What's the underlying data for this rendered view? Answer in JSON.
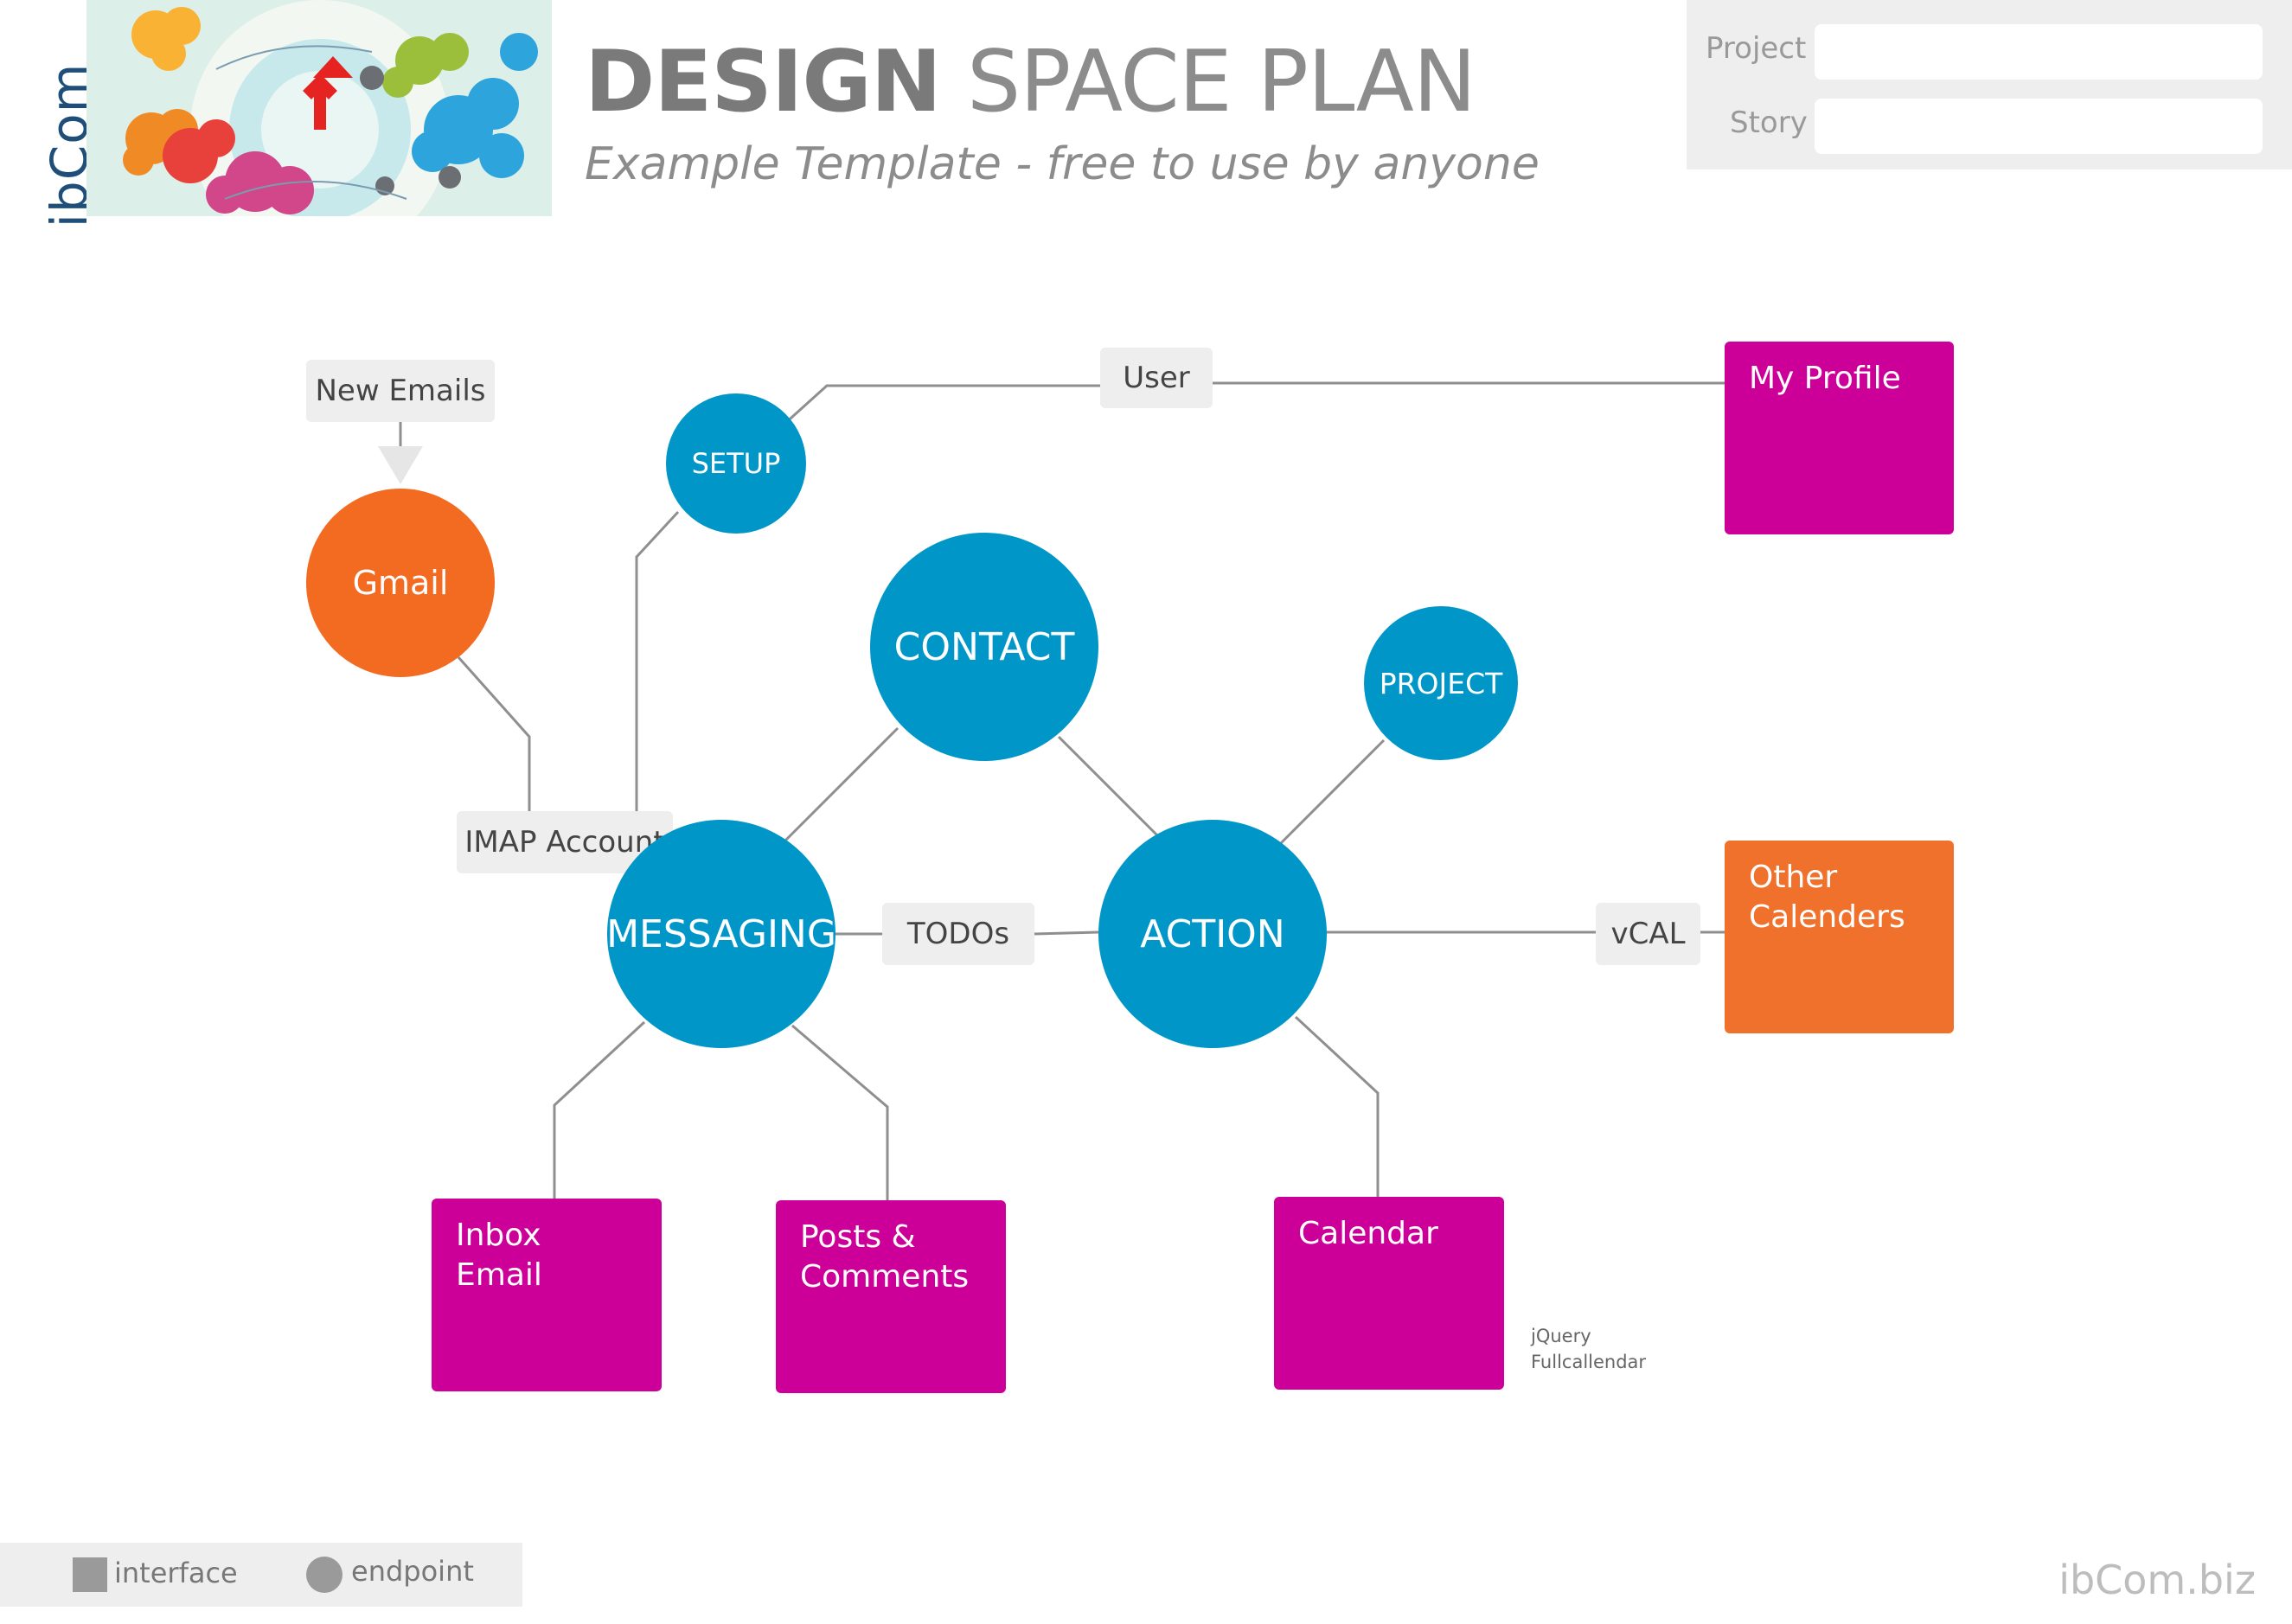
{
  "brand": {
    "vertical_logo": "ibCom",
    "footer": "ibCom.biz"
  },
  "header": {
    "title_bold": "DESIGN",
    "title_light": "SPACE PLAN",
    "subtitle": "Example Template - free to use by anyone"
  },
  "meta": {
    "project_label": "Project",
    "project_value": "",
    "story_label": "Story",
    "story_value": ""
  },
  "tags": {
    "new_emails": "New Emails",
    "user": "User",
    "imap_account": "IMAP Account",
    "todos": "TODOs",
    "vcal": "vCAL"
  },
  "endpoints": {
    "gmail": "Gmail",
    "setup": "SETUP",
    "contact": "CONTACT",
    "project": "PROJECT",
    "messaging": "MESSAGING",
    "action": "ACTION"
  },
  "interfaces": {
    "my_profile": "My Profile",
    "other_calendars_line1": "Other",
    "other_calendars_line2": "Calenders",
    "inbox_line1": "Inbox",
    "inbox_line2": "Email",
    "posts_line1": "Posts &",
    "posts_line2": "Comments",
    "calendar": "Calendar"
  },
  "notes": {
    "calendar_line1": "jQuery",
    "calendar_line2": "Fullcallendar"
  },
  "legend": {
    "interface": "interface",
    "endpoint": "endpoint"
  },
  "colors": {
    "endpoint_blue": "#0096c8",
    "gmail_orange": "#f36a21",
    "interface_magenta": "#cc0099",
    "interface_orange": "#f0712b",
    "connector_gray": "#8f8f8f"
  }
}
